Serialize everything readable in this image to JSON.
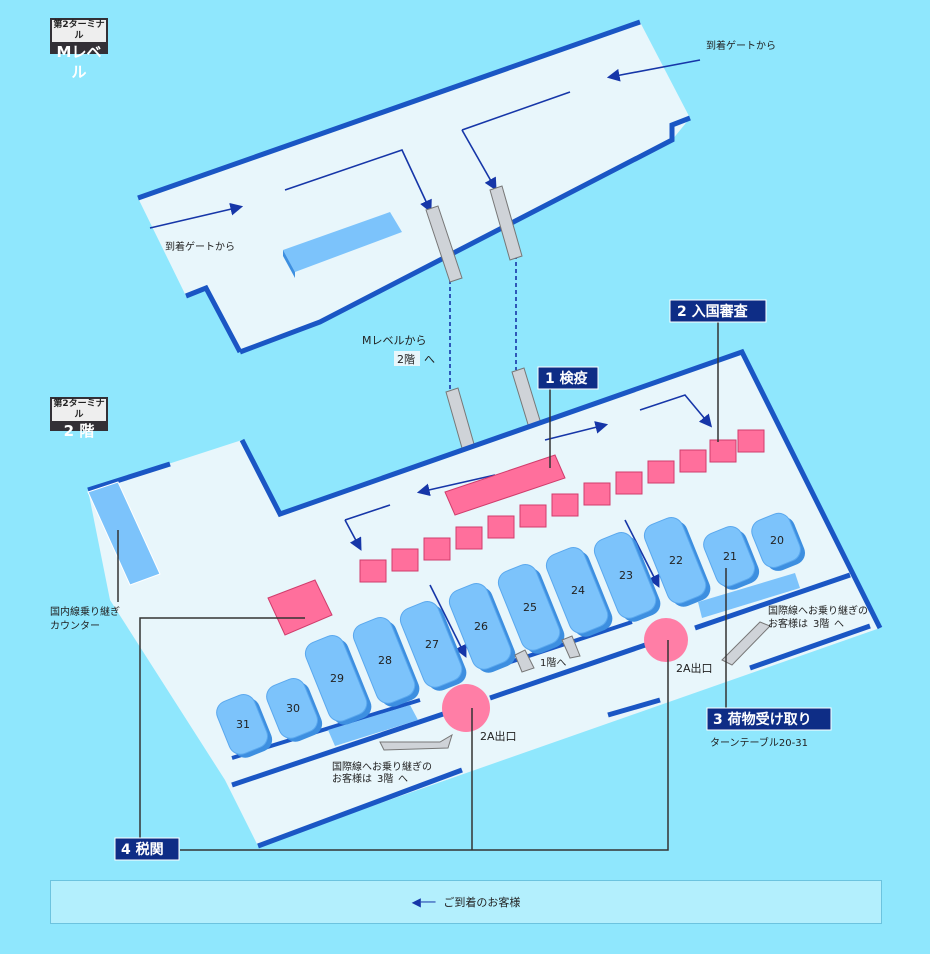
{
  "m_level": {
    "terminal": "第2ターミナル",
    "floor": "Mレベル",
    "from_gate_right": "到着ゲートから",
    "from_gate_left": "到着ゲートから"
  },
  "floor2": {
    "terminal": "第2ターミナル",
    "floor": "2 階",
    "m_to_2_line1": "Mレベルから",
    "m_to_2_floor": "2階",
    "m_to_2_suffix": "へ",
    "domestic_counter_line1": "国内線乗り継ぎ",
    "domestic_counter_line2": "カウンター",
    "to_1f": "1階へ",
    "exit_left": "2A出口",
    "exit_right": "2A出口",
    "intl_transfer_line1": "国際線へお乗り継ぎの",
    "intl_transfer_line2": "お客様は",
    "intl_transfer_floor": "3階",
    "intl_transfer_suffix": "へ"
  },
  "callouts": [
    {
      "label": "1 検疫"
    },
    {
      "label": "2 入国審査"
    },
    {
      "label": "3 荷物受け取り",
      "sub": "ターンテーブル20-31"
    },
    {
      "label": "4 税関"
    }
  ],
  "carousels": [
    "20",
    "21",
    "22",
    "23",
    "24",
    "25",
    "26",
    "27",
    "28",
    "29",
    "30",
    "31"
  ],
  "footer": {
    "text": "ご到着のお客様"
  },
  "colors": {
    "background": "#8fe7fd",
    "floor": "#e8f6fb",
    "wall": "#1a56c4",
    "desk": "#ff6f9c",
    "carousel": "#7cc3fb",
    "callout": "#0e2d86"
  }
}
